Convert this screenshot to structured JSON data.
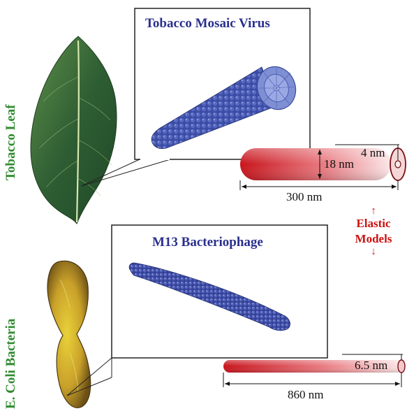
{
  "labels": {
    "tobacco_leaf": "Tobacco Leaf",
    "ecoli": "E. Coli Bacteria"
  },
  "panels": {
    "tmv_title": "Tobacco Mosaic Virus",
    "m13_title": "M13 Bacteriophage"
  },
  "models": {
    "tmv": {
      "inner_diameter": "4 nm",
      "diameter": "18 nm",
      "length": "300 nm"
    },
    "m13": {
      "diameter": "6.5 nm",
      "length": "860 nm"
    }
  },
  "elastic": {
    "up_arrow": "↑",
    "line1": "Elastic",
    "line2": "Models",
    "down_arrow": "↓"
  },
  "colors": {
    "label_green": "#2f8a2f",
    "title_blue": "#2a2f8e",
    "model_red": "#cc1a1a",
    "elastic_red": "#cc1010",
    "virus_blue": "#3d4fa8"
  }
}
